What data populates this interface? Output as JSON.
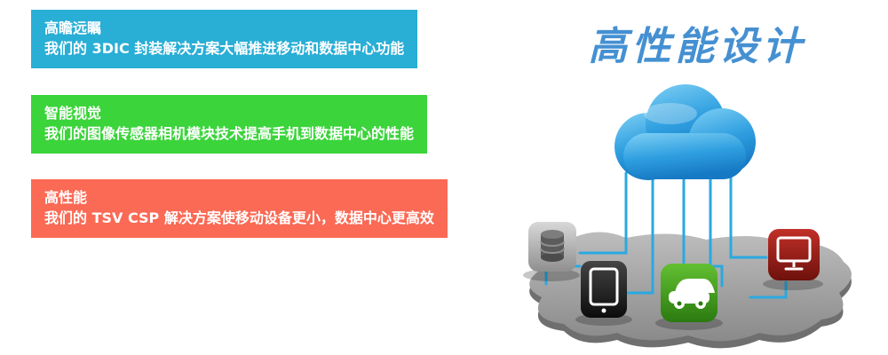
{
  "banners": [
    {
      "title": "高瞻远瞩",
      "subtitle": "我们的 3DIC 封装解决方案大幅推进移动和数据中心功能",
      "color": "#29aed6"
    },
    {
      "title": "智能视觉",
      "subtitle": "我们的图像传感器相机模块技术提高手机到数据中心的性能",
      "color": "#3bd43b"
    },
    {
      "title": "高性能",
      "subtitle": "我们的 TSV CSP 解决方案使移动设备更小，数据中心更高效",
      "color": "#fa6a55"
    }
  ],
  "headline": {
    "text": "高性能设计",
    "color": "#4590d2"
  },
  "illustration": {
    "cloud": {
      "name": "cloud-icon",
      "color": "#2196dd"
    },
    "island_color": "#9a9a9a",
    "trace_color": "#2aa9e0",
    "devices": [
      {
        "name": "database-icon",
        "color": "#9a9a9a"
      },
      {
        "name": "tablet-icon",
        "color": "#1a1a1a"
      },
      {
        "name": "car-icon",
        "color": "#3c8f1c"
      },
      {
        "name": "laptop-icon",
        "color": "#8c1d15"
      }
    ]
  }
}
